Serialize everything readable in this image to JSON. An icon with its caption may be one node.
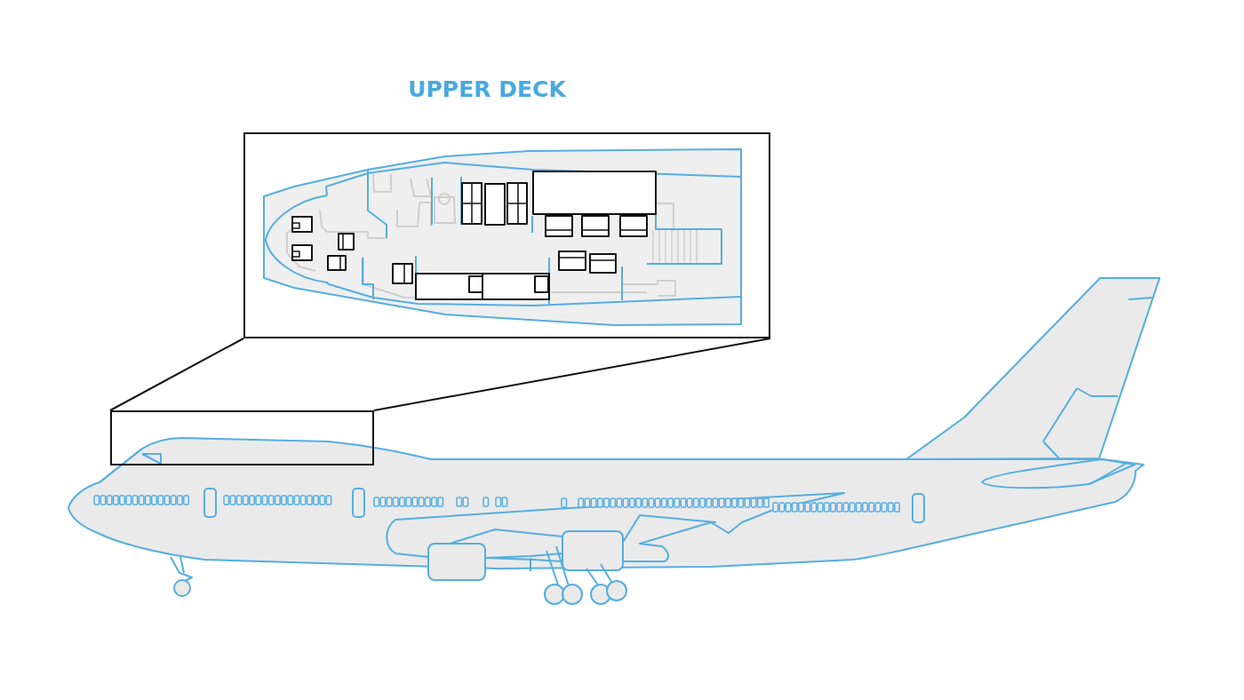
{
  "diagram": {
    "title": "UPPER DECK",
    "nodes": [
      {
        "text": [],
        "shape": "box"
      },
      {
        "text": [],
        "shape": "box"
      }
    ],
    "edges": [
      {
        "from": 1,
        "to": 0,
        "arrow": "none"
      },
      {
        "from": 1,
        "to": 0,
        "arrow": "none"
      }
    ]
  }
}
